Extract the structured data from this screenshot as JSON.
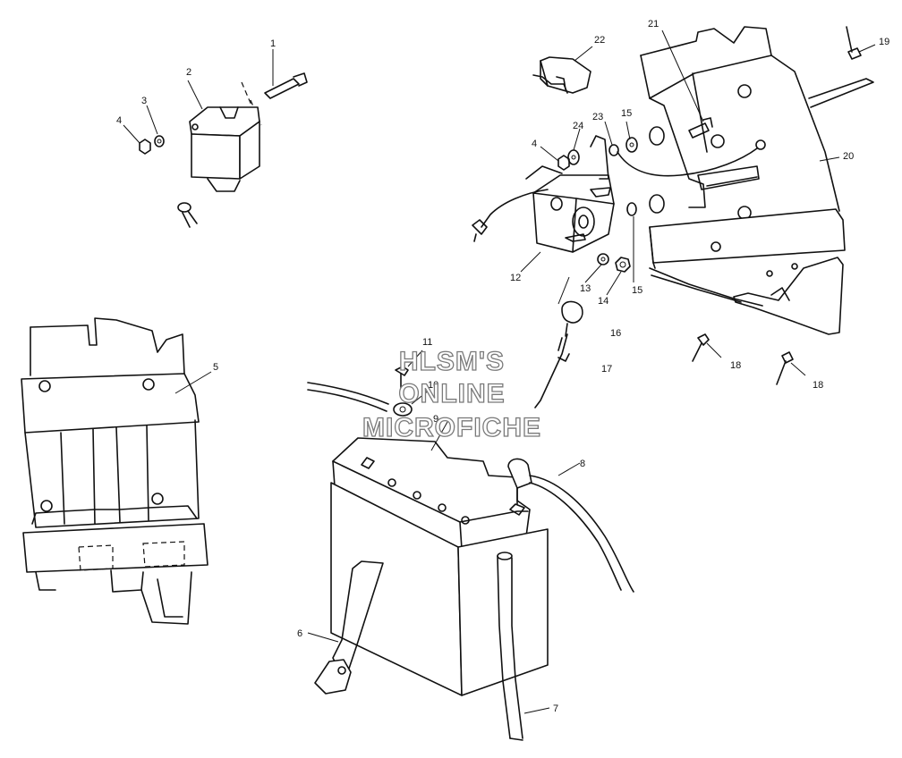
{
  "callouts": [
    "1",
    "2",
    "3",
    "4",
    "5",
    "6",
    "7",
    "8",
    "9",
    "10",
    "11",
    "12",
    "13",
    "14",
    "15",
    "16",
    "17",
    "18",
    "19",
    "20",
    "21",
    "22",
    "23",
    "24",
    "15",
    "18",
    "4"
  ],
  "watermark": {
    "line1": "HLSM'S",
    "line2": "ONLINE",
    "line3": "MICROFICHE"
  }
}
